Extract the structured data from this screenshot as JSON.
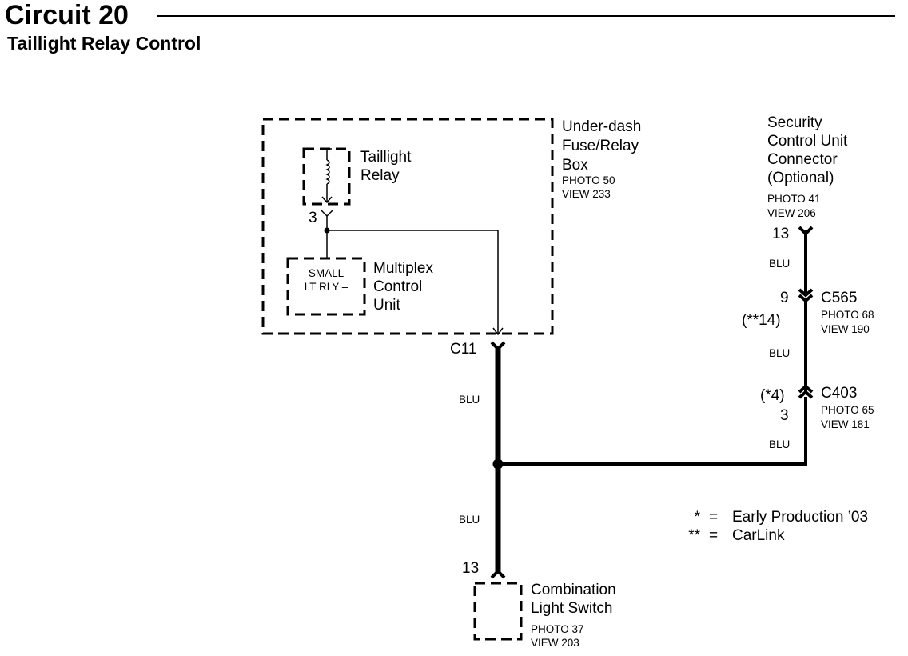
{
  "header": {
    "title": "Circuit 20",
    "subtitle": "Taillight Relay Control"
  },
  "fuse_box": {
    "name_lines": [
      "Under-dash",
      "Fuse/Relay",
      "Box"
    ],
    "photo": "PHOTO 50",
    "view": "VIEW 233"
  },
  "relay": {
    "name_lines": [
      "Taillight",
      "Relay"
    ],
    "pin": "3"
  },
  "mcu": {
    "inner_lines": [
      "SMALL",
      "LT RLY –"
    ],
    "name_lines": [
      "Multiplex",
      "Control",
      "Unit"
    ]
  },
  "c11": {
    "label": "C11"
  },
  "wires": {
    "left_upper": "BLU",
    "left_lower": "BLU",
    "right_top": "BLU",
    "right_mid": "BLU",
    "right_low": "BLU"
  },
  "security": {
    "name_lines": [
      "Security",
      "Control Unit",
      "Connector",
      "(Optional)"
    ],
    "photo": "PHOTO 41",
    "view": "VIEW 206",
    "pin": "13"
  },
  "c565": {
    "label": "C565",
    "pin": "9",
    "alt_pin": "(**14)",
    "photo": "PHOTO 68",
    "view": "VIEW 190"
  },
  "c403": {
    "label": "C403",
    "alt_pin": "(*4)",
    "pin": "3",
    "photo": "PHOTO 65",
    "view": "VIEW 181"
  },
  "switch": {
    "name_lines": [
      "Combination",
      "Light Switch"
    ],
    "photo": "PHOTO 37",
    "view": "VIEW 203",
    "pin": "13"
  },
  "legend": {
    "items": [
      {
        "symbol": "*",
        "eq": "=",
        "text": "Early Production ’03"
      },
      {
        "symbol": "**",
        "eq": "=",
        "text": "CarLink"
      }
    ]
  }
}
